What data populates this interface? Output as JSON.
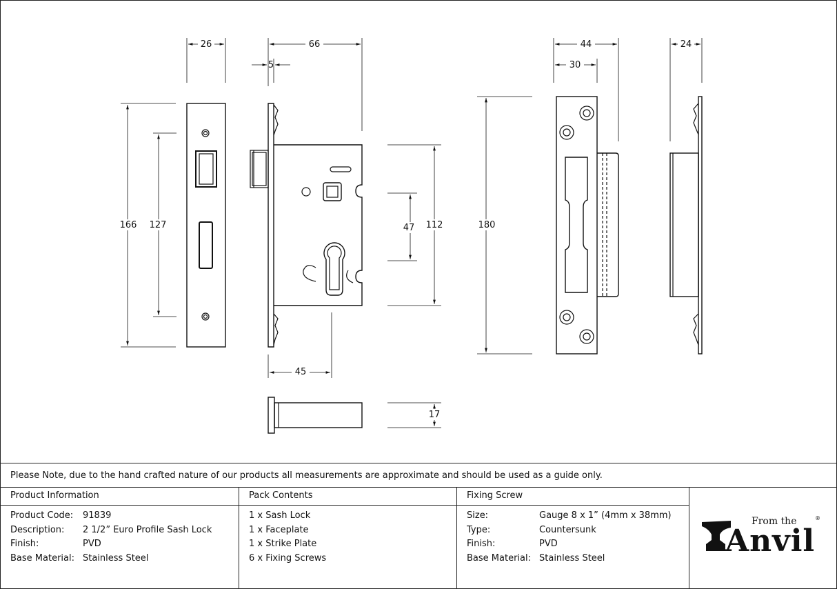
{
  "dimensions": {
    "faceplate_width": "26",
    "forend_offset": "5",
    "case_width": "66",
    "faceplate_height": "166",
    "fixing_centres": "127",
    "backset": "45",
    "case_height": "112",
    "centres": "47",
    "strike_height": "180",
    "strike_width": "44",
    "strike_inner": "30",
    "strike_side_depth": "24",
    "case_depth": "17"
  },
  "note": "Please Note, due to the hand crafted nature of our products all measurements are approximate and should be used as a guide only.",
  "product_info": {
    "heading": "Product Information",
    "rows": [
      {
        "k": "Product Code:",
        "v": "91839"
      },
      {
        "k": "Description:",
        "v": "2 1/2” Euro Profile Sash Lock"
      },
      {
        "k": "Finish:",
        "v": "PVD"
      },
      {
        "k": "Base Material:",
        "v": "Stainless Steel"
      }
    ]
  },
  "pack_contents": {
    "heading": "Pack Contents",
    "items": [
      "1 x Sash Lock",
      "1 x Faceplate",
      "1 x Strike Plate",
      "6 x Fixing Screws"
    ]
  },
  "fixing_screw": {
    "heading": "Fixing Screw",
    "rows": [
      {
        "k": "Size:",
        "v": "Gauge 8 x 1” (4mm x 38mm)"
      },
      {
        "k": "Type:",
        "v": "Countersunk"
      },
      {
        "k": "Finish:",
        "v": "PVD"
      },
      {
        "k": "Base Material:",
        "v": "Stainless Steel"
      }
    ]
  },
  "logo": {
    "from_the": "From the",
    "brand": "Anvil",
    "reg": "®"
  }
}
